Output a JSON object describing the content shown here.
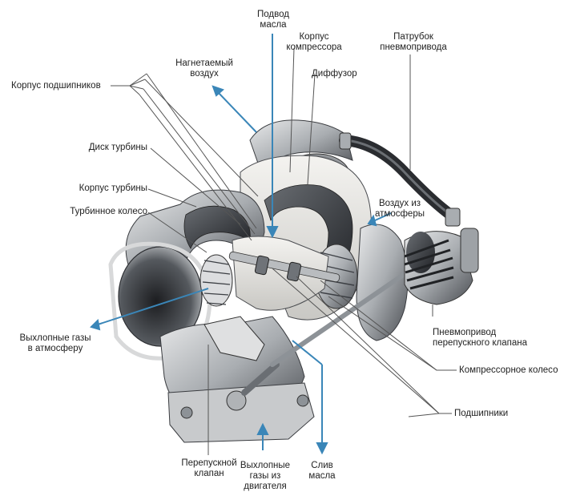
{
  "labels": {
    "oil_inlet": "Подвод\nмасла",
    "compressor_housing": "Корпус\nкомпрессора",
    "actuator_pipe": "Патрубок\nпневмопривода",
    "charge_air": "Нагнетаемый\nвоздух",
    "diffuser": "Диффузор",
    "bearing_housing": "Корпус подшипников",
    "turbine_disc": "Диск турбины",
    "turbine_housing": "Корпус турбины",
    "turbine_wheel": "Турбинное колесо",
    "air_in": "Воздух из\nатмосферы",
    "exhaust_out": "Выхлопные газы\nв атмосферу",
    "actuator": "Пневмопривод\nперепускного клапана",
    "compressor_wheel": "Компрессорное колесо",
    "bearings": "Подшипники",
    "wastegate": "Перепускной\nклапан",
    "exhaust_in": "Выхлопные\nгазы из\nдвигателя",
    "oil_drain": "Слив\nмасла"
  },
  "colors": {
    "arrow": "#3a86b8",
    "leader": "#555555",
    "metal_dark": "#3c3f44",
    "metal_mid": "#8d9297",
    "metal_light": "#d7d9db",
    "cut_face": "#eceae6"
  }
}
